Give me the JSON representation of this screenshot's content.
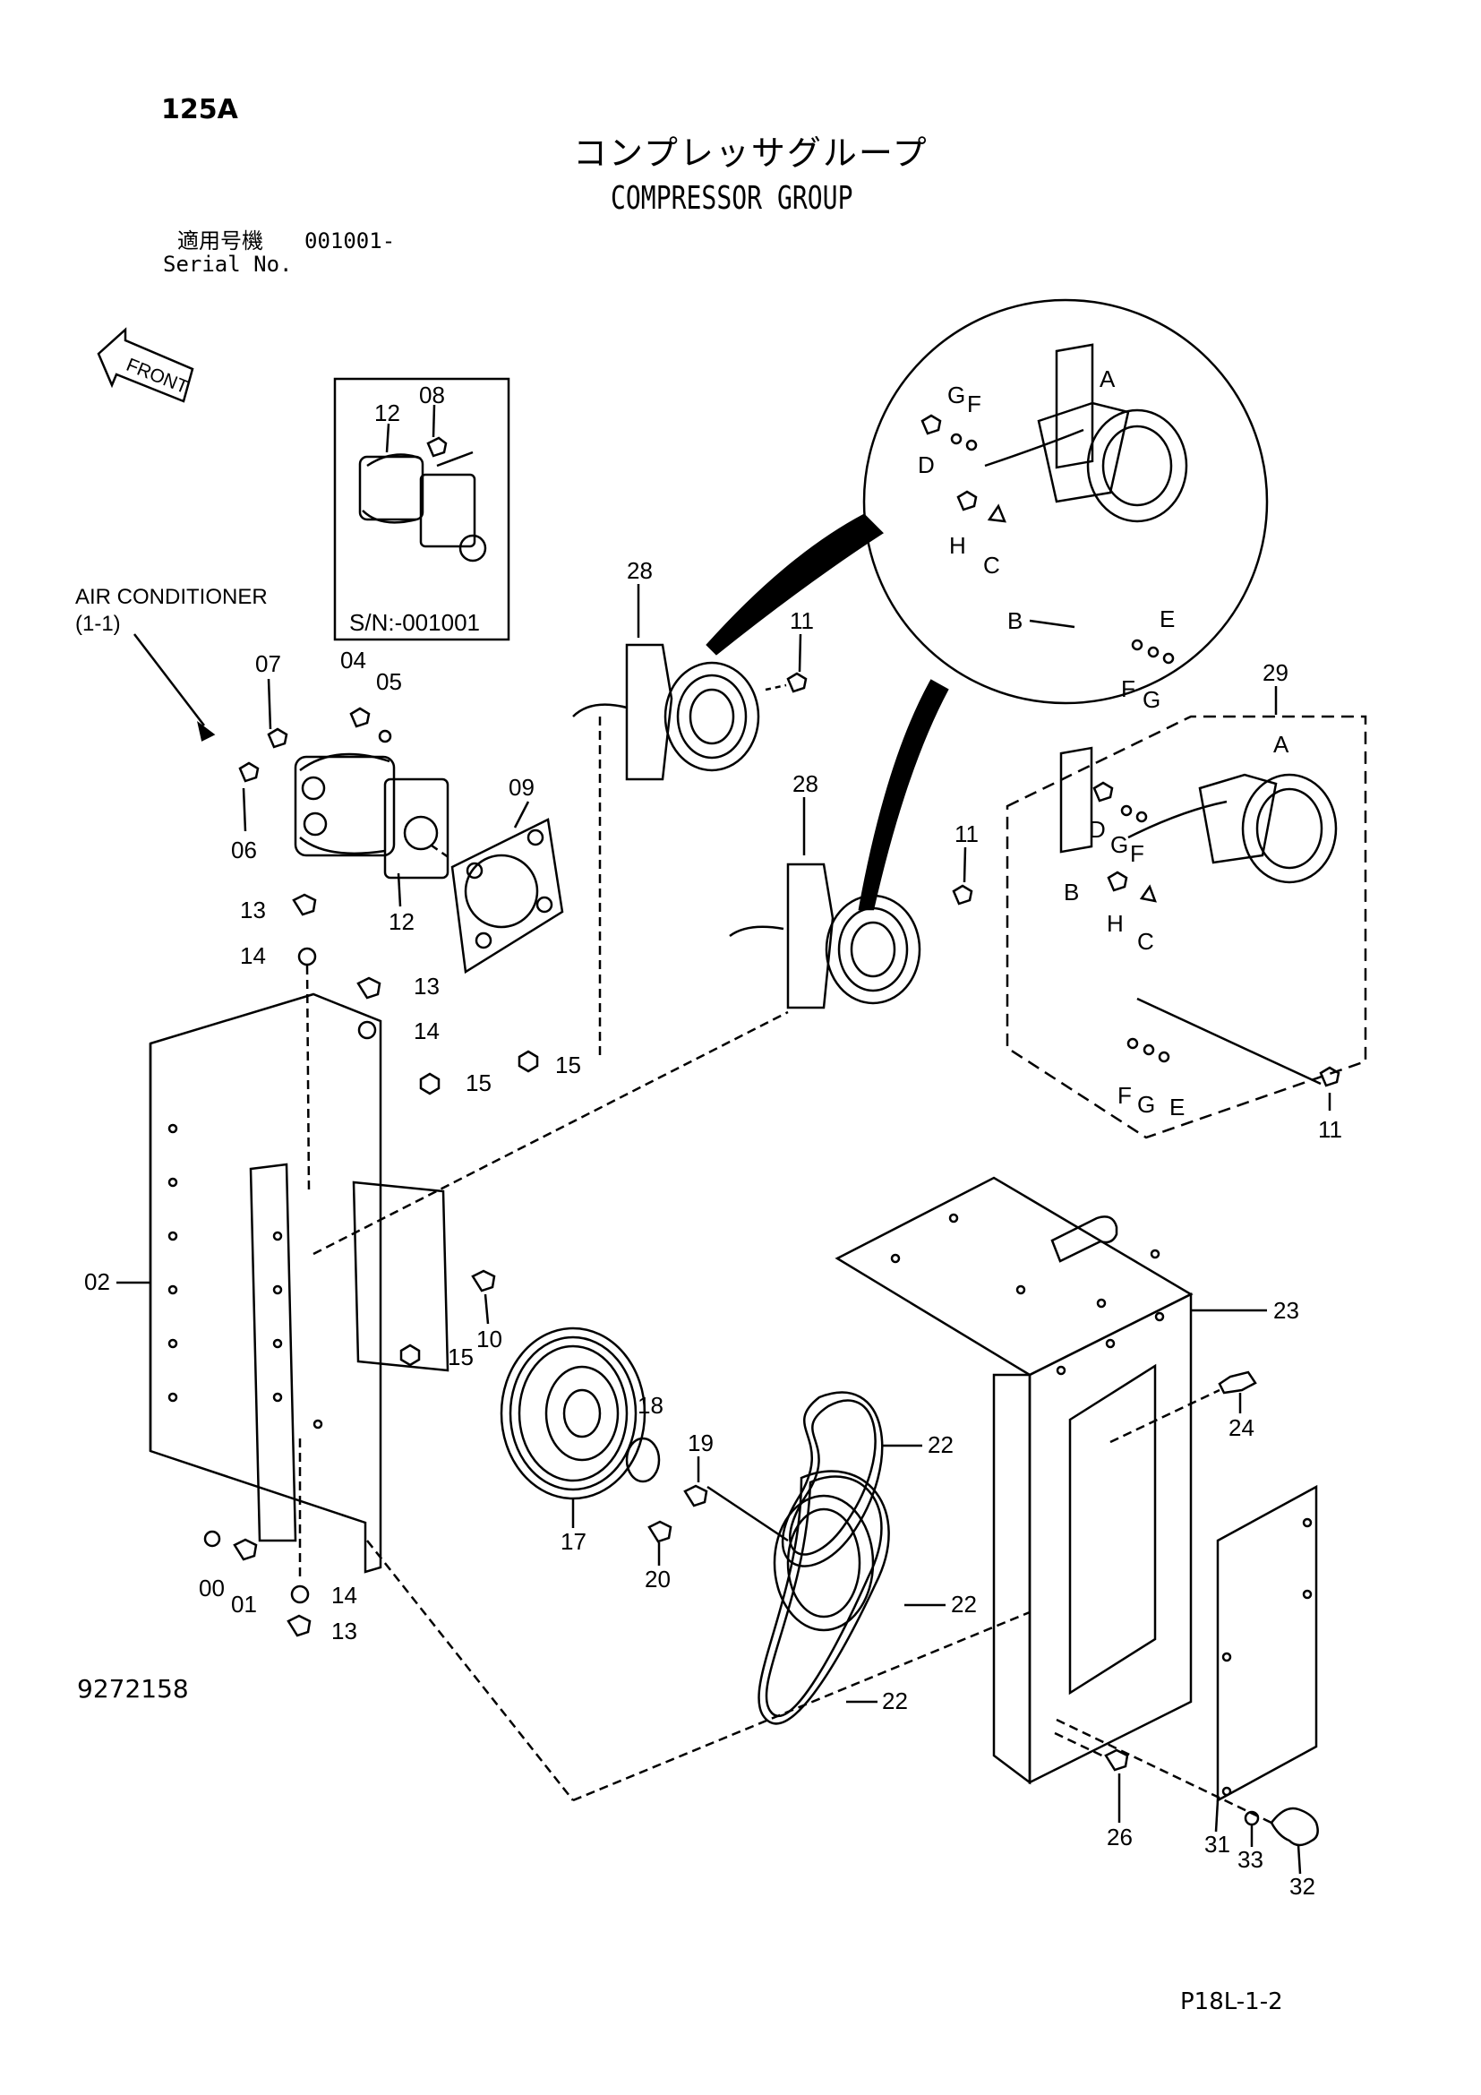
{
  "header": {
    "page_number": "125A",
    "title_jp": "コンプレッサグループ",
    "title_en": "COMPRESSOR GROUP",
    "serial_label_jp": "適用号機",
    "serial_label_en": "Serial No.",
    "serial_value": "001001-"
  },
  "front_label": "FRONT",
  "air_conditioner_label": "AIR CONDITIONER",
  "air_conditioner_ref": "(1-1)",
  "inset_serial": "S/N:-001001",
  "footer": {
    "doc_number": "9272158",
    "page_ref": "P18L-1-2"
  },
  "callouts": {
    "c12a": "12",
    "c08": "08",
    "c07": "07",
    "c04": "04",
    "c05": "05",
    "c06": "06",
    "c09": "09",
    "c12b": "12",
    "c28a": "28",
    "c11a": "11",
    "c28b": "28",
    "c11b": "11",
    "c13a": "13",
    "c14a": "14",
    "c13b": "13",
    "c14b": "14",
    "c15a": "15",
    "c15b": "15",
    "c02": "02",
    "c10": "10",
    "c18": "18",
    "c19": "19",
    "c17": "17",
    "c20": "20",
    "c15c": "15",
    "c00": "00",
    "c01": "01",
    "c14c": "14",
    "c13c": "13",
    "c22a": "22",
    "c22b": "22",
    "c22c": "22",
    "c23": "23",
    "c24": "24",
    "c26": "26",
    "c31": "31",
    "c33": "33",
    "c32": "32",
    "c29": "29",
    "c11c": "11",
    "zA": "A",
    "zG": "G",
    "zF": "F",
    "zD": "D",
    "zH": "H",
    "zC": "C",
    "zB": "B",
    "zE": "E",
    "zF2": "F",
    "zG2": "G",
    "dA": "A",
    "dD": "D",
    "dG": "G",
    "dF": "F",
    "dH": "H",
    "dC": "C",
    "dB": "B",
    "dF2": "F",
    "dG2": "G",
    "dE": "E"
  }
}
